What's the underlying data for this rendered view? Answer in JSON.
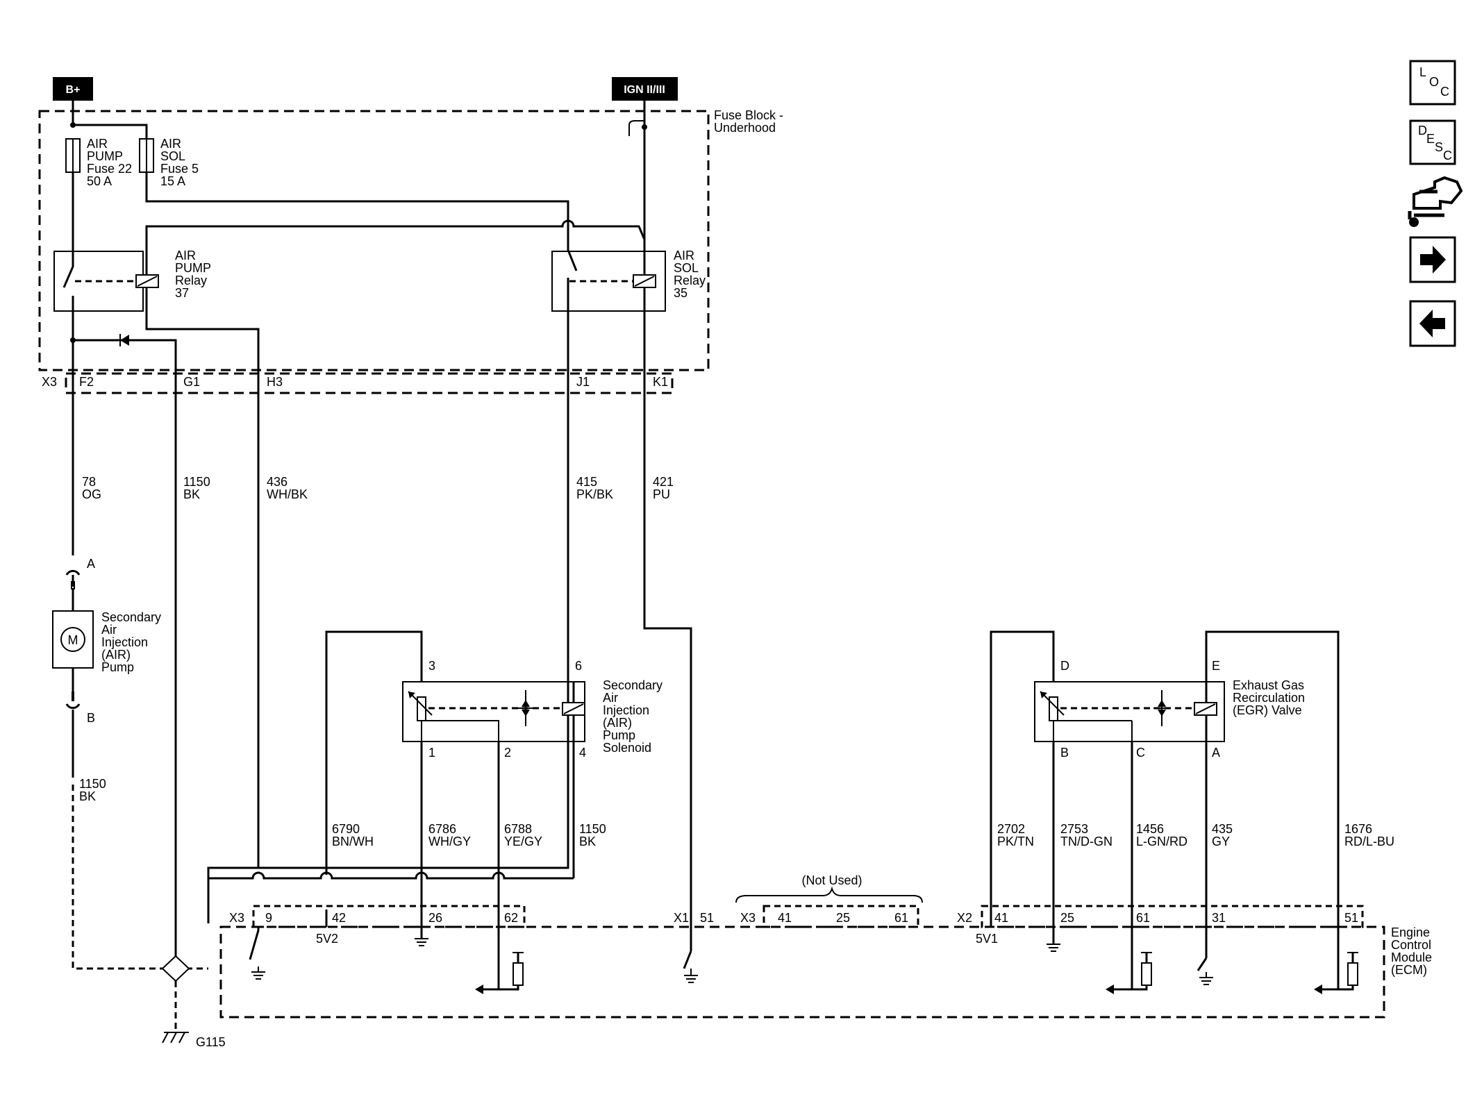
{
  "sources": {
    "battery": "B+",
    "ignition": "IGN II/III"
  },
  "fuse_block": {
    "label_1": "Fuse Block -",
    "label_2": "Underhood"
  },
  "fuses": {
    "air_pump": [
      "AIR",
      "PUMP",
      "Fuse 22",
      "50 A"
    ],
    "air_sol": [
      "AIR",
      "SOL",
      "Fuse 5",
      "15 A"
    ]
  },
  "relays": {
    "air_pump": [
      "AIR",
      "PUMP",
      "Relay",
      "37"
    ],
    "air_sol": [
      "AIR",
      "SOL",
      "Relay",
      "35"
    ]
  },
  "connectors": {
    "fuse_block": {
      "name": "X3",
      "pins": [
        "F2",
        "G1",
        "H3",
        "J1",
        "K1"
      ]
    },
    "ecm_x3": {
      "name": "X3",
      "pins": [
        "9",
        "42",
        "26",
        "62"
      ]
    },
    "ecm_x1": {
      "name": "X1",
      "pins": [
        "51"
      ]
    },
    "ecm_x3_unused": {
      "name": "X3",
      "pins": [
        "41",
        "25",
        "61"
      ],
      "note": "(Not Used)"
    },
    "ecm_x2": {
      "name": "X2",
      "pins": [
        "41",
        "25",
        "61",
        "31",
        "51"
      ]
    }
  },
  "wires": [
    {
      "circuit": "78",
      "color": "OG"
    },
    {
      "circuit": "1150",
      "color": "BK"
    },
    {
      "circuit": "436",
      "color": "WH/BK"
    },
    {
      "circuit": "415",
      "color": "PK/BK"
    },
    {
      "circuit": "421",
      "color": "PU"
    },
    {
      "circuit": "1150",
      "color": "BK"
    },
    {
      "circuit": "6790",
      "color": "BN/WH"
    },
    {
      "circuit": "6786",
      "color": "WH/GY"
    },
    {
      "circuit": "6788",
      "color": "YE/GY"
    },
    {
      "circuit": "1150",
      "color": "BK"
    },
    {
      "circuit": "2702",
      "color": "PK/TN"
    },
    {
      "circuit": "2753",
      "color": "TN/D-GN"
    },
    {
      "circuit": "1456",
      "color": "L-GN/RD"
    },
    {
      "circuit": "435",
      "color": "GY"
    },
    {
      "circuit": "1676",
      "color": "RD/L-BU"
    }
  ],
  "pump": {
    "label": [
      "Secondary",
      "Air",
      "Injection",
      "(AIR)",
      "Pump"
    ],
    "motor_symbol": "M",
    "pin_a": "A",
    "pin_b": "B"
  },
  "solenoid": {
    "label": [
      "Secondary",
      "Air",
      "Injection",
      "(AIR)",
      "Pump",
      "Solenoid"
    ],
    "pins": [
      "3",
      "6",
      "1",
      "2",
      "4"
    ]
  },
  "egr": {
    "label": [
      "Exhaust Gas",
      "Recirculation",
      "(EGR) Valve"
    ],
    "pins": [
      "D",
      "E",
      "B",
      "C",
      "A"
    ]
  },
  "ecm": {
    "label": [
      "Engine",
      "Control",
      "Module",
      "(ECM)"
    ],
    "ref_5v2": "5V2",
    "ref_5v1": "5V1"
  },
  "ground": {
    "name": "G115"
  },
  "side_nav": {
    "loc": [
      "L",
      "O",
      "C"
    ],
    "desc": [
      "D",
      "E",
      "S",
      "C"
    ],
    "icons": [
      "connector-icon",
      "forward-arrow-icon",
      "back-arrow-icon"
    ]
  }
}
